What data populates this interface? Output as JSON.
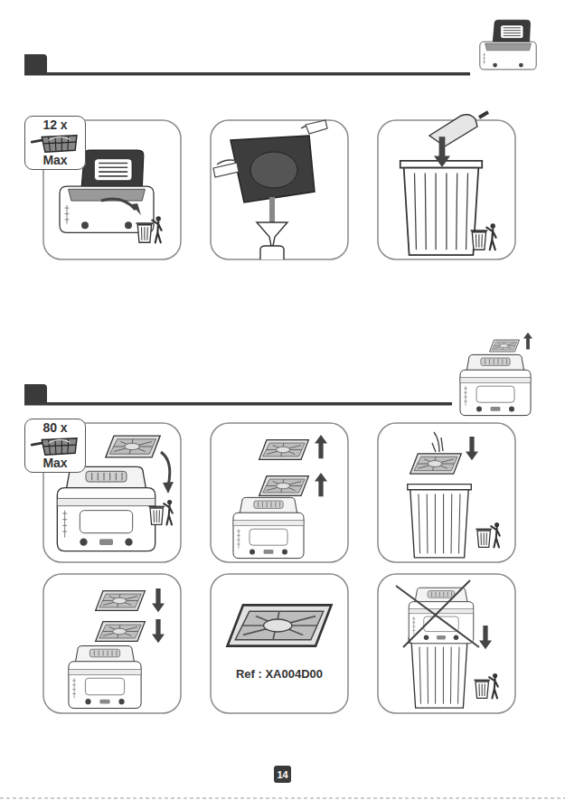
{
  "diagram": {
    "nodes": [
      {
        "text": [
          "12 x",
          "Max"
        ]
      },
      {
        "text": [
          "80 x",
          "Max"
        ]
      },
      {
        "text": [
          "14"
        ]
      }
    ],
    "labels": [
      "Ref : XA004D00"
    ]
  }
}
